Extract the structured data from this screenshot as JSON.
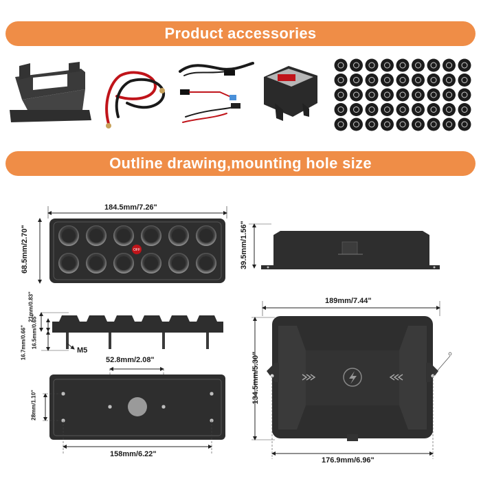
{
  "banners": {
    "accessories": "Product accessories",
    "outline": "Outline drawing,mounting hole size"
  },
  "dimensions": {
    "panel_width": "184.5mm/7.26\"",
    "panel_height": "68.5mm/2.70\"",
    "side_height": "39.5mm/1.56\"",
    "profile_total": "21mm/0.83\"",
    "profile_body": "16.5mm/0.65\"",
    "profile_bolt": "16.7mm/0.66\"",
    "bolt_label": "M5",
    "hole_spacing": "52.8mm/2.08\"",
    "hole_vertical": "28mm/1.10\"",
    "bottom_width": "158mm/6.22\"",
    "box_width": "189mm/7.44\"",
    "box_height": "134.5mm/5.30\"",
    "box_hole_width": "176.9mm/6.96\""
  },
  "switch_badge": "OFF",
  "colors": {
    "banner": "#ef8d47",
    "panel": "#2e2e2e",
    "wire_red": "#c0141a"
  },
  "icons": [
    "bracket-icon",
    "power-cable-icon",
    "wiring-harness-icon",
    "circuit-breaker-icon",
    "switch-stickers-icon",
    "lightning-bolt-icon"
  ]
}
